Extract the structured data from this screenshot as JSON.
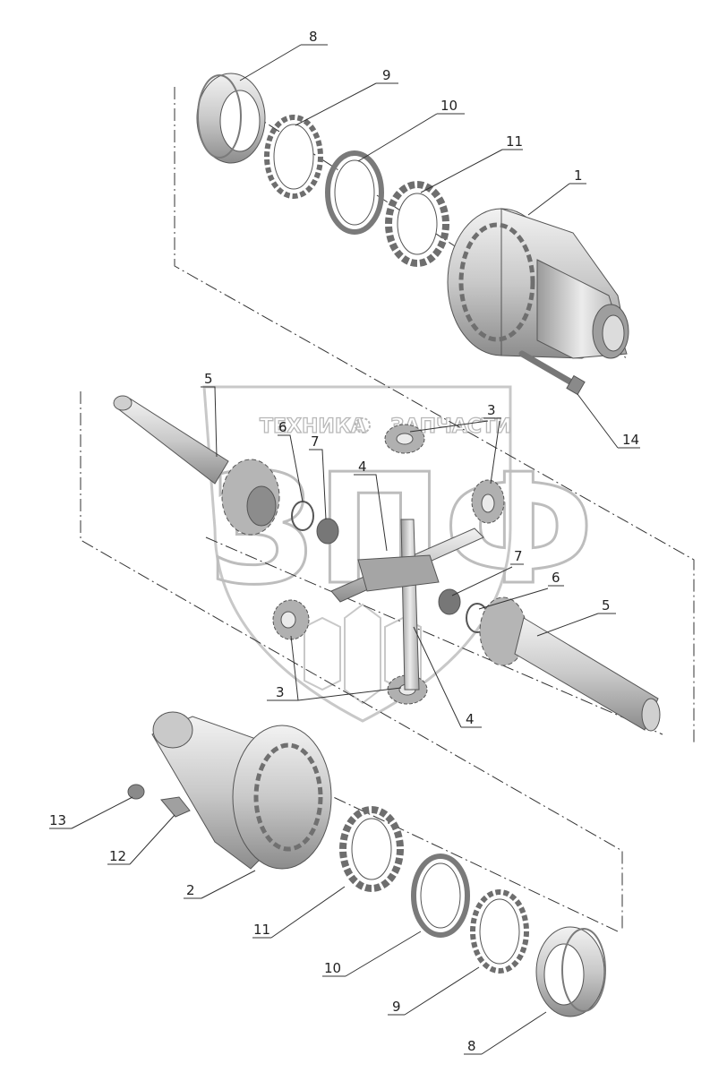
{
  "watermark": {
    "left_text": "ТЕХНИКА",
    "right_text": "ЗАПЧАСТИ",
    "monogram": "ЗПФ"
  },
  "callouts": {
    "c8_top": "8",
    "c9_top": "9",
    "c10_top": "10",
    "c11_top": "11",
    "c1": "1",
    "c14": "14",
    "c5_left": "5",
    "c6_left": "6",
    "c7_left": "7",
    "c4_top": "4",
    "c3_top": "3",
    "c7_right": "7",
    "c6_right": "6",
    "c5_right": "5",
    "c3_bottom": "3",
    "c4_bottom": "4",
    "c13": "13",
    "c12": "12",
    "c2": "2",
    "c11_bottom": "11",
    "c10_bottom": "10",
    "c9_bottom": "9",
    "c8_bottom": "8"
  },
  "colors": {
    "part_light": "#e6e6e6",
    "part_mid": "#c4c4c4",
    "part_dark": "#8f8f8f",
    "line": "#333333",
    "watermark": "#bbbbbb"
  }
}
